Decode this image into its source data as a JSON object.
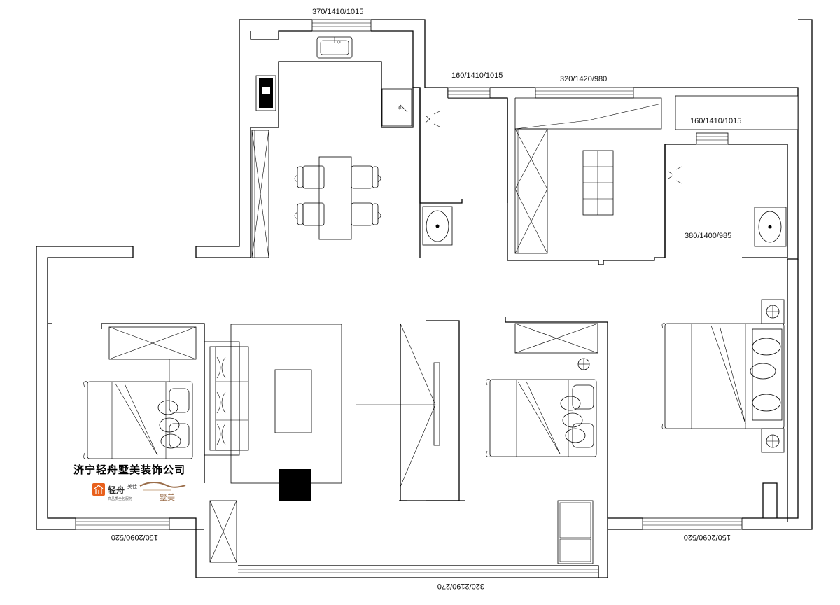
{
  "window_labels": {
    "kitchen_window": "370/1410/1015",
    "bath1_window": "160/1410/1015",
    "study_window": "320/1420/980",
    "bath2_window": "160/1410/1015",
    "bath2_side": "380/1400/985",
    "bottom_left_window": "150/2090/520",
    "bottom_right_window": "150/2090/520",
    "balcony_window": "320/2190/270"
  },
  "watermark": {
    "company": "济宁轻舟墅美装饰公司",
    "brand_logo_text": "轻舟",
    "brand_small": "美佳",
    "brand_tagline": "高品质全包服务",
    "brand_right": "墅美"
  },
  "icons": [
    "sink-icon",
    "stove-icon",
    "fridge-icon",
    "washbasin-icon",
    "toilet-icon",
    "bed-icon",
    "sofa-icon",
    "chair-icon",
    "lamp-icon",
    "wardrobe-icon",
    "door-swing-icon"
  ],
  "colors": {
    "line": "#000000",
    "background": "#ffffff",
    "brand_orange": "#e8601c",
    "brand_brown": "#9b6e4a"
  }
}
